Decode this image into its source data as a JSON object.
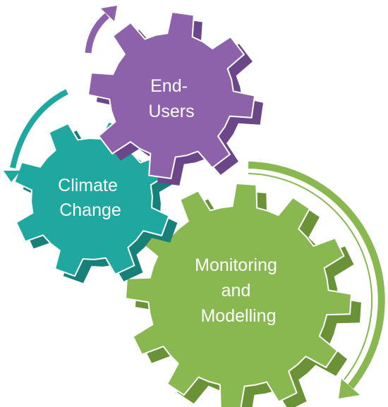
{
  "gears": [
    {
      "id": "end-users",
      "lines": [
        "End-",
        "Users"
      ],
      "color": "#8d62aa",
      "shade": "#6b4688"
    },
    {
      "id": "climate-change",
      "lines": [
        "Climate",
        "Change"
      ],
      "color": "#1fa89f",
      "shade": "#168079"
    },
    {
      "id": "monitoring-and-modelling",
      "lines": [
        "Monitoring",
        "and",
        "Modelling"
      ],
      "color": "#8ab850",
      "shade": "#6b9236"
    }
  ],
  "arrows": [
    {
      "id": "purple-arrow",
      "color": "#8d62aa"
    },
    {
      "id": "teal-arrow",
      "color": "#1fa89f"
    },
    {
      "id": "green-arrow",
      "color": "#8ab850"
    }
  ]
}
